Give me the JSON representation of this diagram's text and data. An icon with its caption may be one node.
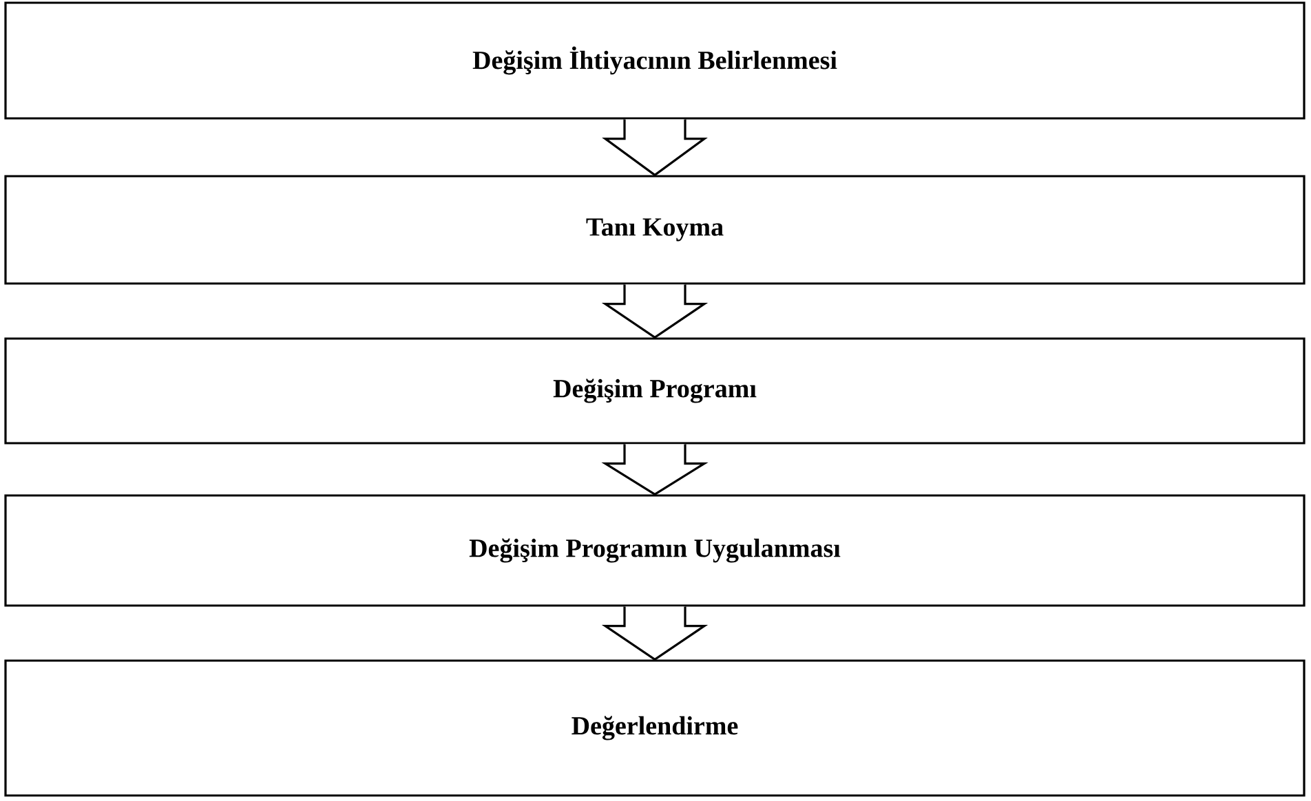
{
  "diagram": {
    "nodes": [
      {
        "text": [
          "Değişim İhtiyacının Belirlenmesi"
        ]
      },
      {
        "text": [
          "Tanı  Koyma"
        ]
      },
      {
        "text": [
          "Değişim Programı"
        ]
      },
      {
        "text": [
          "Değişim Programın Uygulanması"
        ]
      },
      {
        "text": [
          "Değerlendirme"
        ]
      }
    ],
    "edges": [
      {
        "from": 0,
        "to": 1,
        "arrow": "to"
      },
      {
        "from": 1,
        "to": 2,
        "arrow": "to"
      },
      {
        "from": 2,
        "to": 3,
        "arrow": "to"
      },
      {
        "from": 3,
        "to": 4,
        "arrow": "to"
      }
    ]
  }
}
